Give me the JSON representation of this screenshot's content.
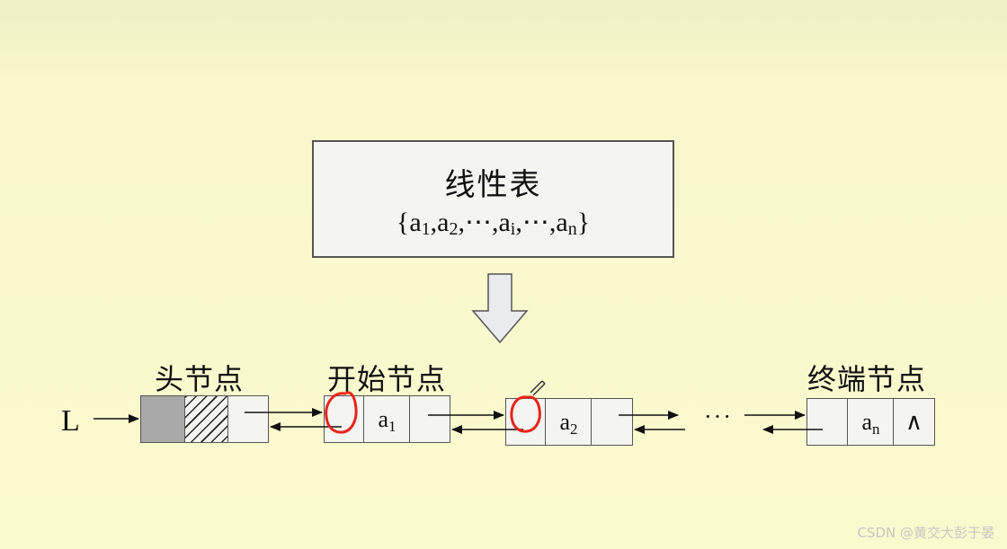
{
  "title_box": {
    "title": "线性表",
    "set_open": "{",
    "set_close": "}",
    "set_items": [
      {
        "base": "a",
        "sub": "1"
      },
      {
        "base": "a",
        "sub": "2"
      },
      {
        "base": "⋯",
        "sub": ""
      },
      {
        "base": "a",
        "sub": "i"
      },
      {
        "base": "⋯",
        "sub": ""
      },
      {
        "base": "a",
        "sub": "n"
      }
    ],
    "separator": ","
  },
  "labels": {
    "head_node": "头节点",
    "start_node": "开始节点",
    "end_node": "终端节点",
    "list_pointer": "L",
    "ellipsis": "···"
  },
  "nodes": {
    "start_data": {
      "base": "a",
      "sub": "1"
    },
    "second_data": {
      "base": "a",
      "sub": "2"
    },
    "end_data": {
      "base": "a",
      "sub": "n"
    },
    "null_symbol": "∧"
  },
  "colors": {
    "head_gray": "#a9a9a9",
    "annotation_red": "#e8241c",
    "cell_fill": "#f4f4f0",
    "border": "#555555"
  },
  "watermark": "CSDN @黄交大彭于晏"
}
